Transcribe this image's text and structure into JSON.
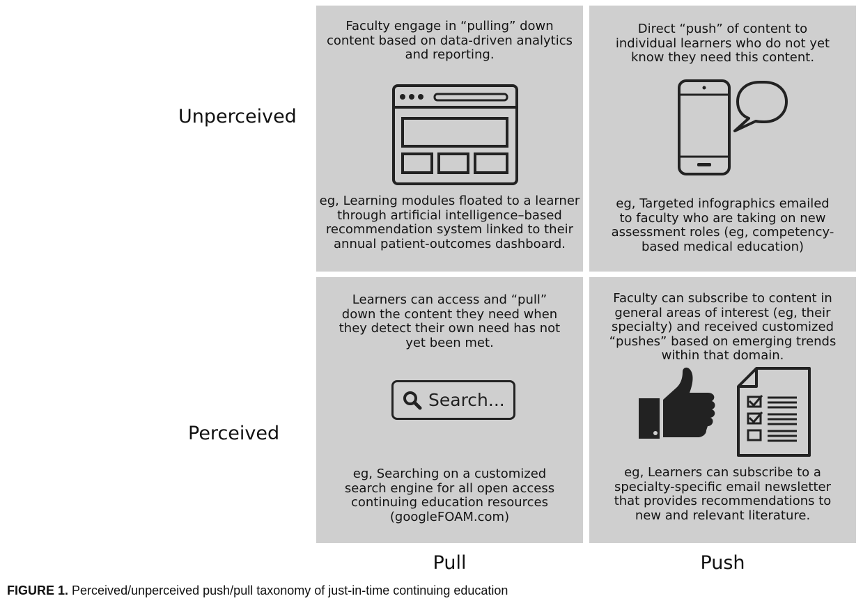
{
  "rows": {
    "unperceived": "Unperceived",
    "perceived": "Perceived"
  },
  "columns": {
    "pull": "Pull",
    "push": "Push"
  },
  "cells": {
    "unperceived_pull": {
      "top": "Faculty engage in “pulling” down\ncontent  based on data-driven analytics\nand reporting.",
      "bottom": "eg, Learning modules floated to a learner\nthrough artificial intelligence–based\nrecommendation system linked to their\nannual patient-outcomes dashboard.",
      "icon": "browser-window-icon"
    },
    "unperceived_push": {
      "top": "Direct “push” of content to\nindividual learners who do not yet\nknow they need this content.",
      "bottom": "eg, Targeted infographics emailed\nto faculty who are taking on new\nassessment roles (eg, competency-\nbased medical education)",
      "icon": "smartphone-chat-icon"
    },
    "perceived_pull": {
      "top": "Learners can access and “pull”\ndown the content they need when\nthey detect their own need has not\nyet been met.",
      "bottom": "eg, Searching on a customized\nsearch engine for all open access\ncontinuing education resources\n(googleFOAM.com)",
      "icon": "search-bar-icon",
      "search_text": "Search..."
    },
    "perceived_push": {
      "top": "Faculty can subscribe to content in\ngeneral areas of interest (eg, their\nspecialty) and received customized\n“pushes” based on emerging trends\nwithin that domain.",
      "bottom": "eg, Learners can subscribe to a\nspecialty-specific email newsletter\nthat provides recommendations to\nnew and relevant literature.",
      "icon": "thumbs-up-checklist-icon"
    }
  },
  "caption": {
    "label": "FIGURE 1.",
    "text": "Perceived/unperceived push/pull taxonomy of just-in-time continuing education"
  },
  "colors": {
    "cell_bg": "#cfcfcf",
    "ink": "#222222"
  }
}
